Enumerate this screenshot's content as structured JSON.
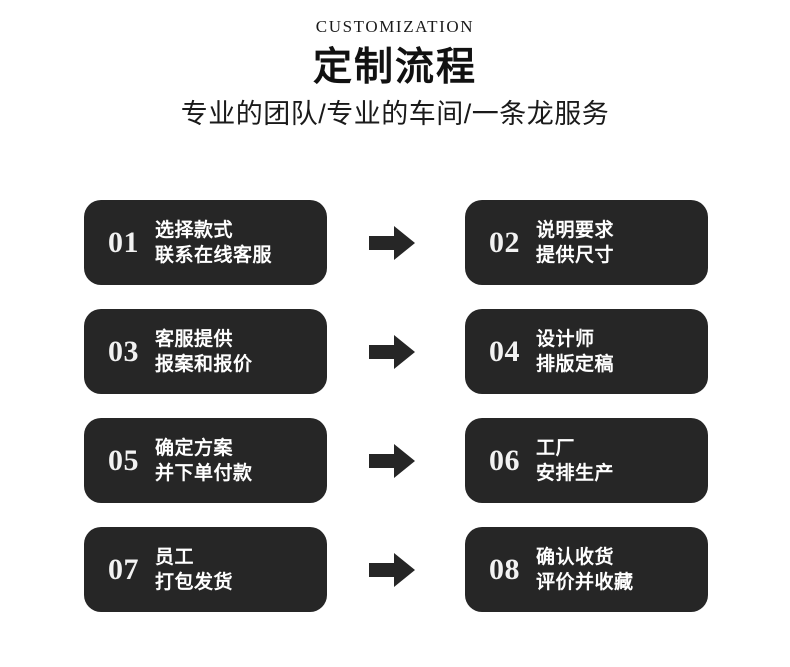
{
  "header": {
    "eyebrow": "CUSTOMIZATION",
    "title": "定制流程",
    "subtitle": "专业的团队/专业的车间/一条龙服务"
  },
  "colors": {
    "box_background": "#262626",
    "box_text": "#ffffff",
    "number_text": "#f2f2f2",
    "arrow": "#262626",
    "page_background": "#ffffff"
  },
  "icons": {
    "arrow": "arrow-right-icon"
  },
  "rows": [
    {
      "arrow": "→",
      "left": {
        "number": "01",
        "line1": "选择款式",
        "line2": "联系在线客服"
      },
      "right": {
        "number": "02",
        "line1": "说明要求",
        "line2": "提供尺寸"
      }
    },
    {
      "arrow": "→",
      "left": {
        "number": "03",
        "line1": "客服提供",
        "line2": "报案和报价"
      },
      "right": {
        "number": "04",
        "line1": "设计师",
        "line2": "排版定稿"
      }
    },
    {
      "arrow": "→",
      "left": {
        "number": "05",
        "line1": "确定方案",
        "line2": "并下单付款"
      },
      "right": {
        "number": "06",
        "line1": "工厂",
        "line2": "安排生产"
      }
    },
    {
      "arrow": "→",
      "left": {
        "number": "07",
        "line1": "员工",
        "line2": "打包发货"
      },
      "right": {
        "number": "08",
        "line1": "确认收货",
        "line2": "评价并收藏"
      }
    }
  ]
}
